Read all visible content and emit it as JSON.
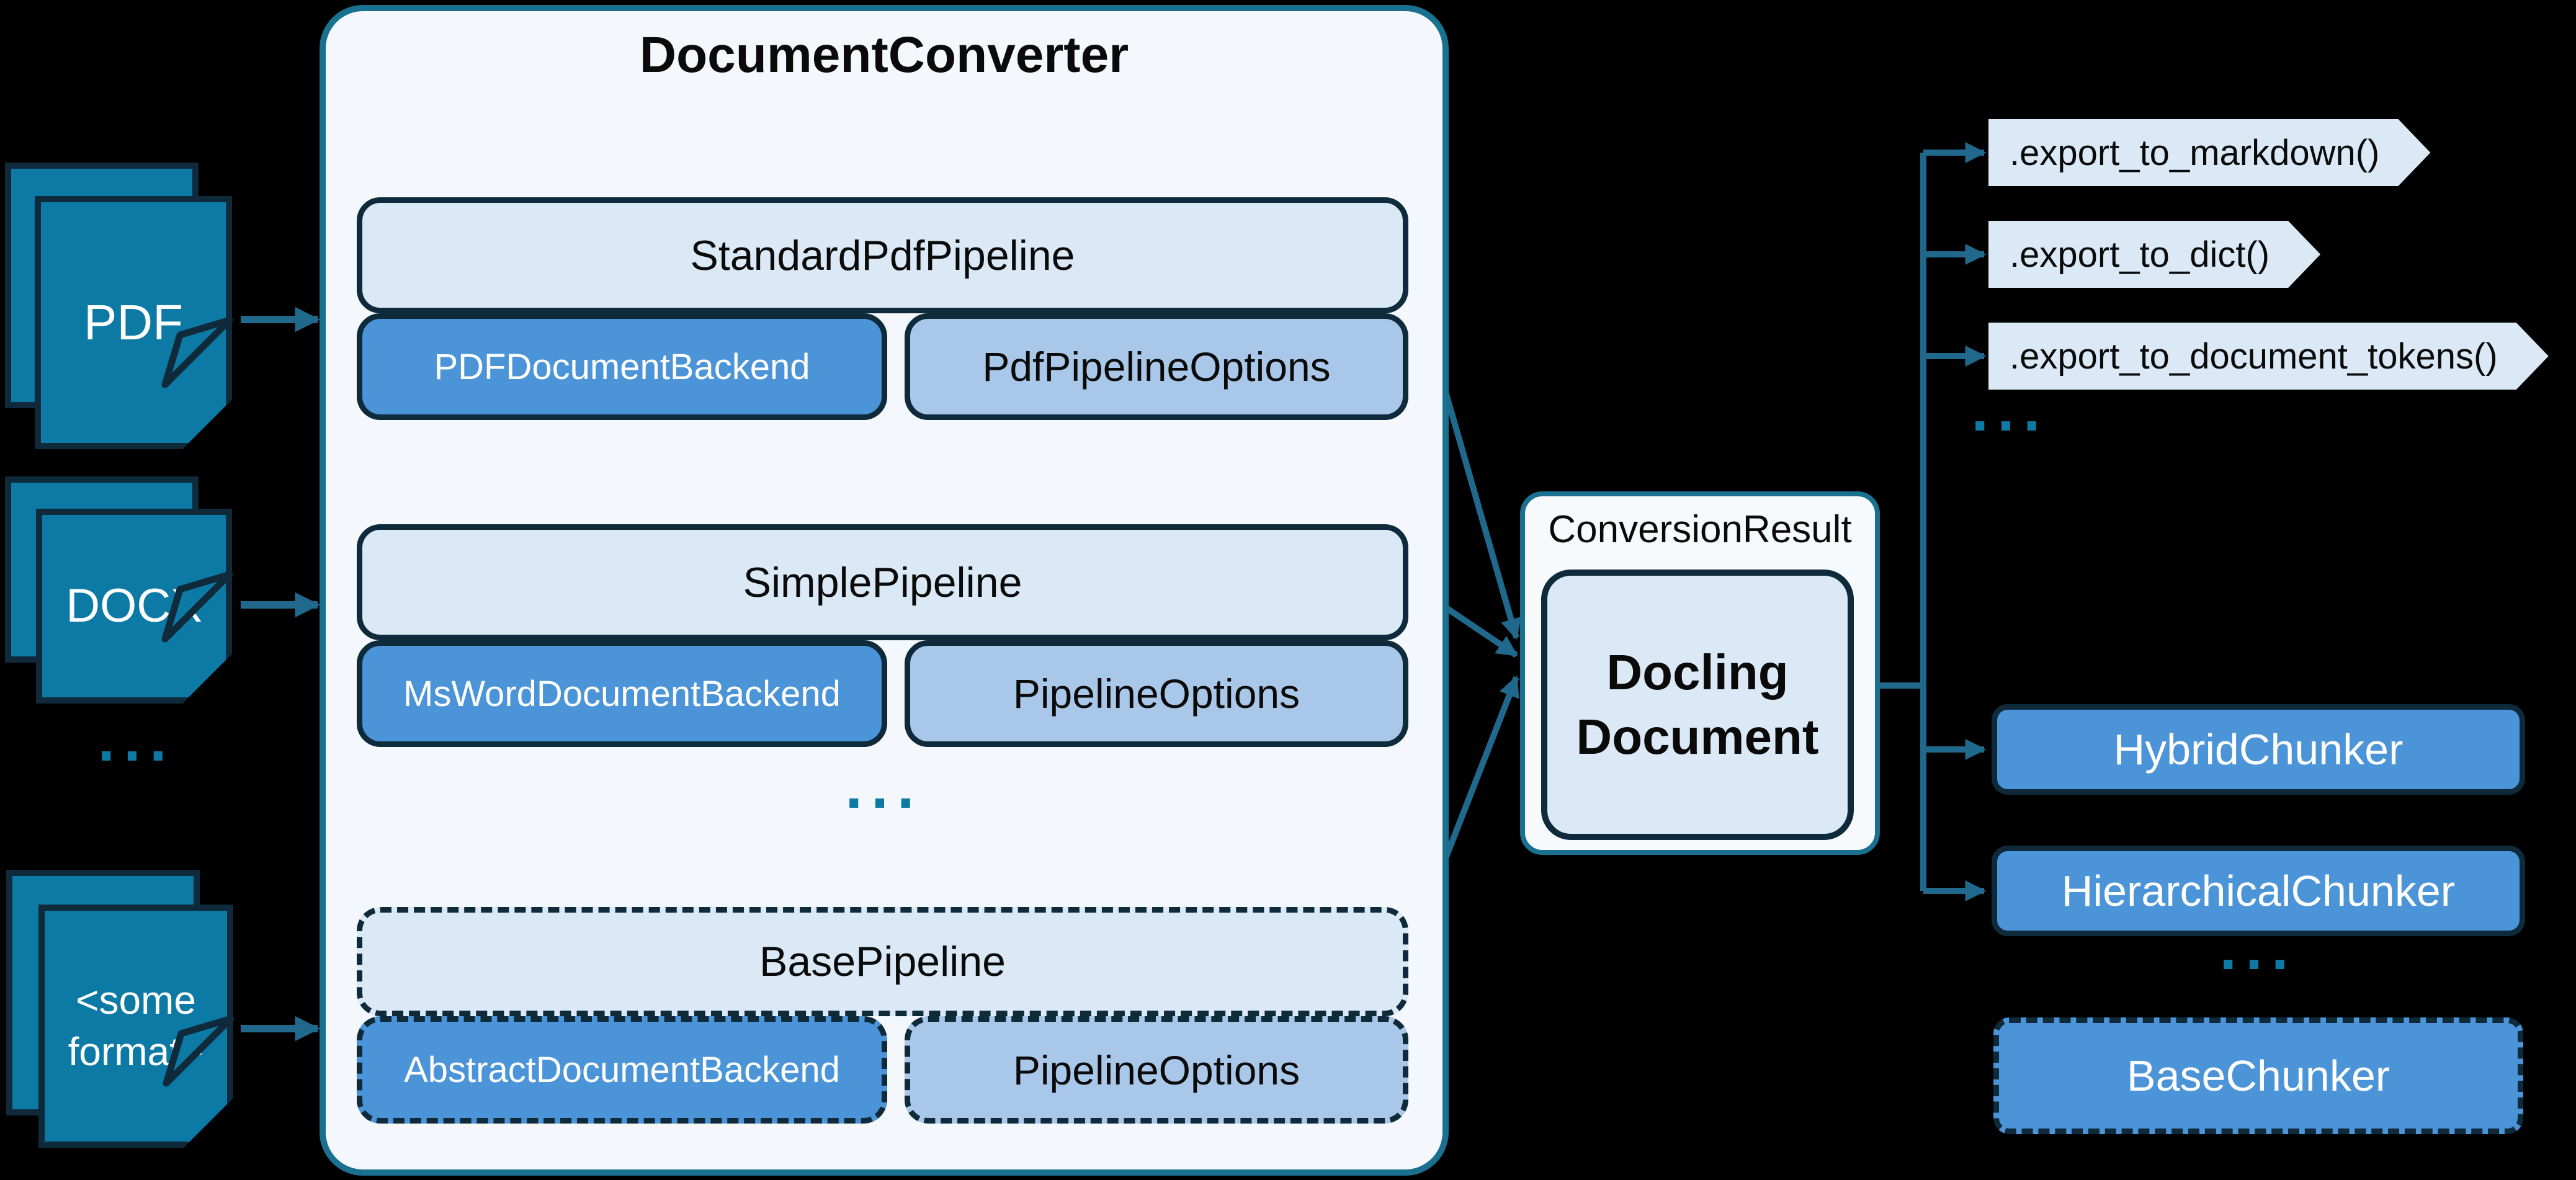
{
  "diagram": {
    "inputs": [
      {
        "label": "PDF"
      },
      {
        "label": "DOCX"
      },
      {
        "label": "<some format>"
      }
    ],
    "inputs_ellipsis": "...",
    "converter": {
      "title": "DocumentConverter",
      "pipelines": [
        {
          "name": "StandardPdfPipeline",
          "backend": "PDFDocumentBackend",
          "options": "PdfPipelineOptions"
        },
        {
          "name": "SimplePipeline",
          "backend": "MsWordDocumentBackend",
          "options": "PipelineOptions"
        },
        {
          "name": "BasePipeline",
          "backend": "AbstractDocumentBackend",
          "options": "PipelineOptions"
        }
      ],
      "ellipsis": "..."
    },
    "result": {
      "label": "ConversionResult",
      "document": "Docling Document"
    },
    "exports": [
      ".export_to_markdown()",
      ".export_to_dict()",
      ".export_to_document_tokens()"
    ],
    "exports_ellipsis": "...",
    "chunkers": [
      {
        "label": "HybridChunker"
      },
      {
        "label": "HierarchicalChunker"
      }
    ],
    "chunkers_ellipsis": "...",
    "base_chunker": {
      "label": "BaseChunker"
    },
    "colors": {
      "document_icon": "#0d7aa6",
      "arrow": "#20688c",
      "box_border": "#0e2a3b",
      "container_border": "#19708f",
      "light_box": "#dbe9f6",
      "medium_box": "#4b94d8",
      "soft_box": "#a9c8e9",
      "container_bg": "#f4f8fd",
      "background": "#000000"
    }
  }
}
